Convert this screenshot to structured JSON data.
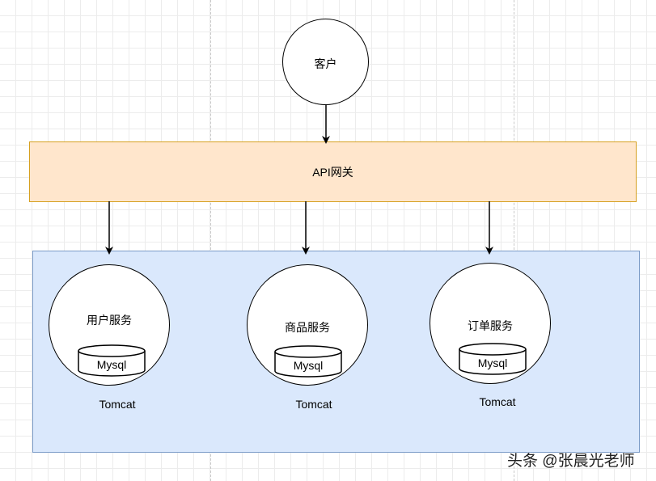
{
  "client": {
    "label": "客户"
  },
  "gateway": {
    "label": "API网关"
  },
  "services": [
    {
      "name": "用户服务",
      "db": "Mysql",
      "container": "Tomcat"
    },
    {
      "name": "商品服务",
      "db": "Mysql",
      "container": "Tomcat"
    },
    {
      "name": "订单服务",
      "db": "Mysql",
      "container": "Tomcat"
    }
  ],
  "watermark": "头条 @张晨光老师",
  "colors": {
    "gateway_fill": "#ffe6cc",
    "gateway_border": "#d6a020",
    "group_fill": "#dae8fc",
    "group_border": "#7b9cc8"
  }
}
